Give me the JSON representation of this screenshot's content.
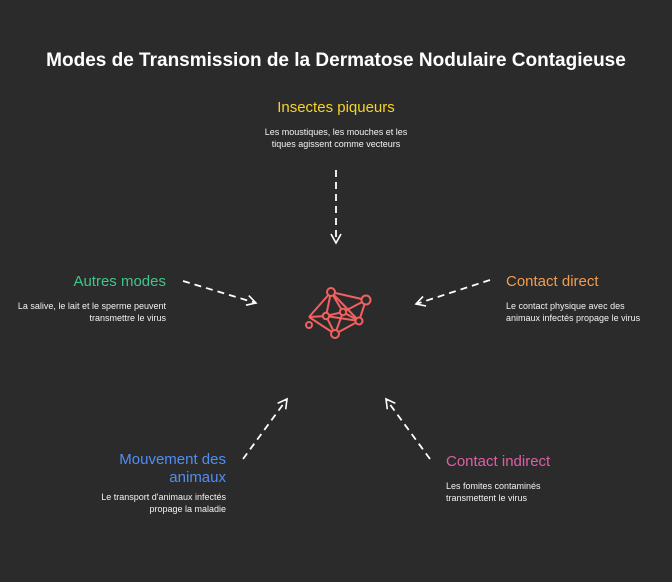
{
  "title": "Modes de Transmission de la Dermatose Nodulaire Contagieuse",
  "center_icon": "virus-network-icon",
  "colors": {
    "background": "#2b2b2b",
    "insectes": "#f5d327",
    "contact_direct": "#f39c4e",
    "contact_indirect": "#e05ea8",
    "mouvement": "#4f8ef7",
    "autres": "#3fc68a",
    "center_icon": "#f26060",
    "arrows": "#ffffff"
  },
  "nodes": {
    "insectes": {
      "label": "Insectes piqueurs",
      "desc": "Les moustiques, les mouches et les tiques agissent comme vecteurs"
    },
    "contact_direct": {
      "label": "Contact direct",
      "desc": "Le contact physique avec des animaux infectés propage le virus"
    },
    "contact_indirect": {
      "label": "Contact indirect",
      "desc": "Les fomites contaminés transmettent le virus"
    },
    "mouvement": {
      "label": "Mouvement des animaux",
      "desc": "Le transport d'animaux infectés propage la maladie"
    },
    "autres": {
      "label": "Autres modes",
      "desc": "La salive, le lait et le sperme peuvent transmettre le virus"
    }
  }
}
